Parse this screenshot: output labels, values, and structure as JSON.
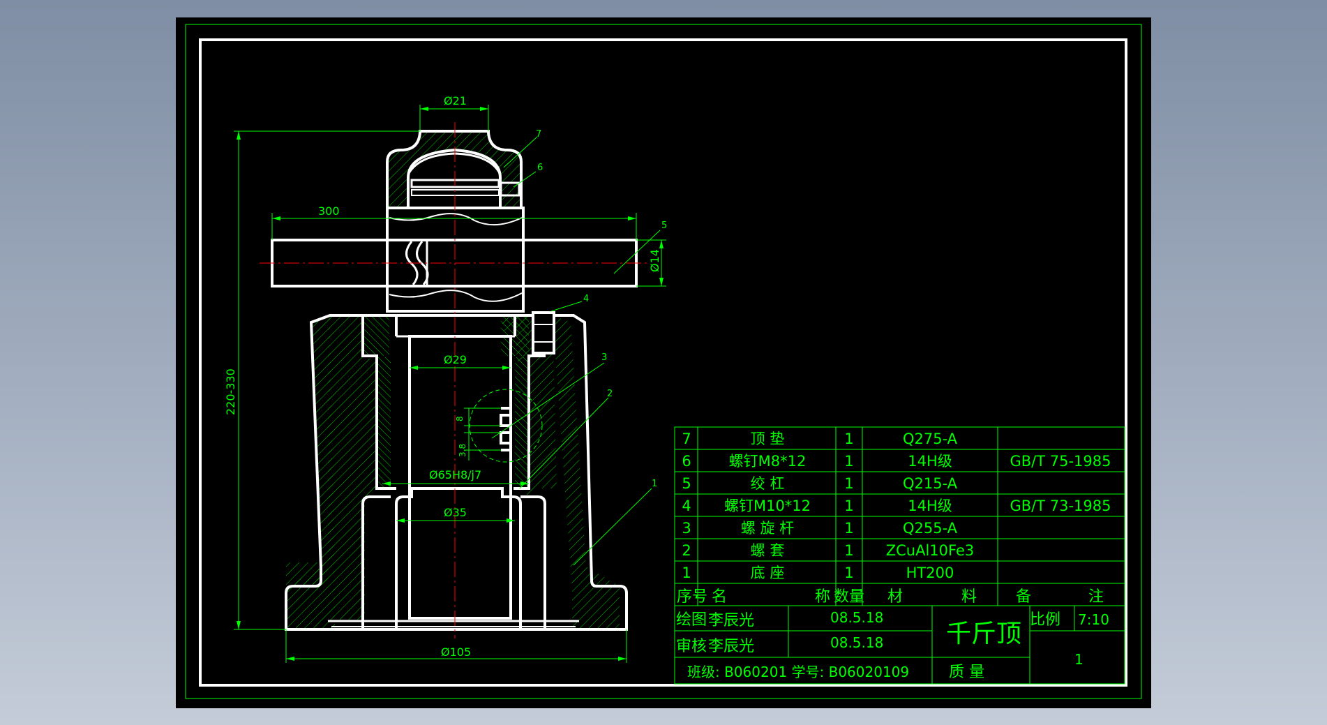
{
  "colors": {
    "background": "#000000",
    "outline": "#ffffff",
    "dimension": "#00ff00",
    "centerline": "#ff0000",
    "page": "#8f9bb0"
  },
  "dimensions": {
    "top_diameter": "Ø21",
    "handle_length": "300",
    "handle_diameter": "Ø14",
    "overall_height": "220-330",
    "screw_inner": "Ø29",
    "fit": "Ø65H8/j7",
    "bore": "Ø35",
    "base": "Ø105",
    "thread_pitch": "8",
    "thread_depth": "3.8"
  },
  "callouts": [
    "7",
    "6",
    "5",
    "4",
    "3",
    "2",
    "1"
  ],
  "parts_list": {
    "headers": {
      "no": "序号",
      "name_a": "名",
      "name_b": "称",
      "qty": "数量",
      "mat_a": "材",
      "mat_b": "料",
      "note_a": "备",
      "note_b": "注"
    },
    "rows": [
      {
        "no": "7",
        "name": "顶 垫",
        "qty": "1",
        "material": "Q275-A",
        "note": ""
      },
      {
        "no": "6",
        "name": "螺钉M8*12",
        "qty": "1",
        "material": "14H级",
        "note": "GB/T 75-1985"
      },
      {
        "no": "5",
        "name": "绞 杠",
        "qty": "1",
        "material": "Q215-A",
        "note": ""
      },
      {
        "no": "4",
        "name": "螺钉M10*12",
        "qty": "1",
        "material": "14H级",
        "note": "GB/T 73-1985"
      },
      {
        "no": "3",
        "name": "螺 旋 杆",
        "qty": "1",
        "material": "Q255-A",
        "note": ""
      },
      {
        "no": "2",
        "name": "螺 套",
        "qty": "1",
        "material": "ZCuAl10Fe3",
        "note": ""
      },
      {
        "no": "1",
        "name": "底 座",
        "qty": "1",
        "material": "HT200",
        "note": ""
      }
    ]
  },
  "title_block": {
    "drawn_label": "绘图",
    "drawn_by": "李辰光",
    "drawn_date": "08.5.18",
    "checked_label": "审核",
    "checked_by": "李辰光",
    "checked_date": "08.5.18",
    "class_line": "班级: B060201 学号: B06020109",
    "title": "千斤顶",
    "scale_label": "比例",
    "scale_value": "7:10",
    "mass_label": "质 量",
    "sheet": "1"
  }
}
